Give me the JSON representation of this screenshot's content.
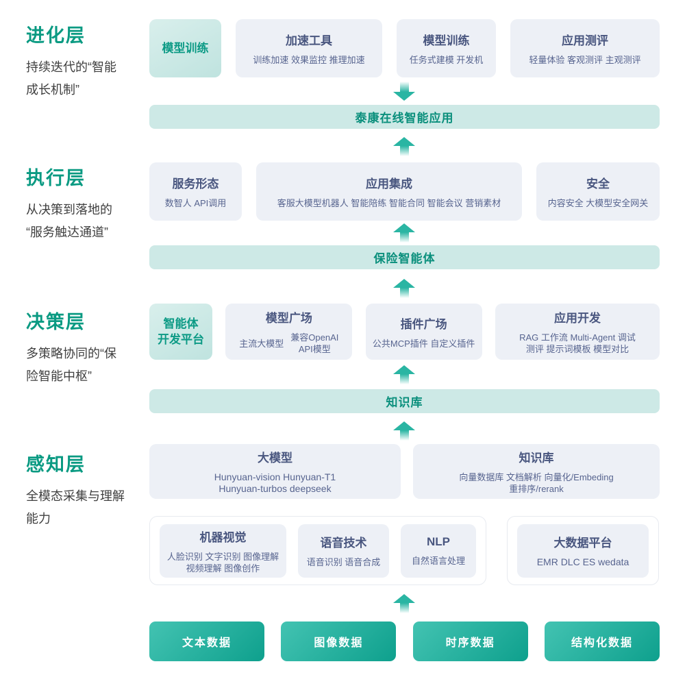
{
  "colors": {
    "accent_teal": "#0a9a82",
    "desc_text": "#3f3f3f",
    "box_bg": "#edf0f6",
    "box_title": "#49567f",
    "box_sub": "#57648f",
    "feature_text": "#0c9a85",
    "banner_bg": "#cde9e6",
    "banner_text": "#0a8f7c",
    "arrow": "#2ab5a3",
    "data_grad_start": "#43c3b2",
    "data_grad_end": "#0ea08d"
  },
  "sections": {
    "evolution": {
      "label": "进化层",
      "desc": "持续迭代的“智能\n成长机制”",
      "feature": "模型训练",
      "boxes": [
        {
          "title": "加速工具",
          "sub": "训练加速 效果监控 推理加速"
        },
        {
          "title": "模型训练",
          "sub": "任务式建模 开发机"
        },
        {
          "title": "应用测评",
          "sub": "轻量体验 客观测评 主观测评"
        }
      ]
    },
    "app_banner": "泰康在线智能应用",
    "execution": {
      "label": "执行层",
      "desc": "从决策到落地的\n“服务触达通道”",
      "boxes": [
        {
          "title": "服务形态",
          "sub": "数智人  API调用"
        },
        {
          "title": "应用集成",
          "sub": "客服大模型机器人  智能陪练 智能合同 智能会议 营销素材"
        },
        {
          "title": "安全",
          "sub": "内容安全 大模型安全网关"
        }
      ]
    },
    "agent_banner": "保险智能体",
    "decision": {
      "label": "决策层",
      "desc": "多策略协同的“保\n险智能中枢”",
      "feature": "智能体\n开发平台",
      "model_square": {
        "title": "模型广场",
        "sub_left": "主流大模型",
        "sub_right": "兼容OpenAI\nAPI模型"
      },
      "plugin_square": {
        "title": "插件广场",
        "sub": "公共MCP插件 自定义插件"
      },
      "app_dev": {
        "title": "应用开发",
        "sub": "RAG 工作流 Multi-Agent 调试\n测评 提示词模板 模型对比"
      }
    },
    "kb_banner": "知识库",
    "perception": {
      "label": "感知层",
      "desc": "全模态采集与理解\n能力",
      "llm_box": {
        "title": "大模型",
        "sub": "Hunyuan-vision Hunyuan-T1\nHunyuan-turbos deepseek"
      },
      "kb_box": {
        "title": "知识库",
        "sub": "向量数据库 文档解析 向量化/Embeding\n重排序/rerank"
      },
      "cv_box": {
        "title": "机器视觉",
        "sub": "人脸识别 文字识别 图像理解\n视频理解 图像创作"
      },
      "speech_box": {
        "title": "语音技术",
        "sub": "语音识别 语音合成"
      },
      "nlp_box": {
        "title": "NLP",
        "sub": "自然语言处理"
      },
      "bigdata_box": {
        "title": "大数据平台",
        "sub": "EMR DLC ES wedata"
      }
    },
    "data_sources": [
      {
        "label": "文本数据"
      },
      {
        "label": "图像数据"
      },
      {
        "label": "时序数据"
      },
      {
        "label": "结构化数据"
      }
    ]
  }
}
